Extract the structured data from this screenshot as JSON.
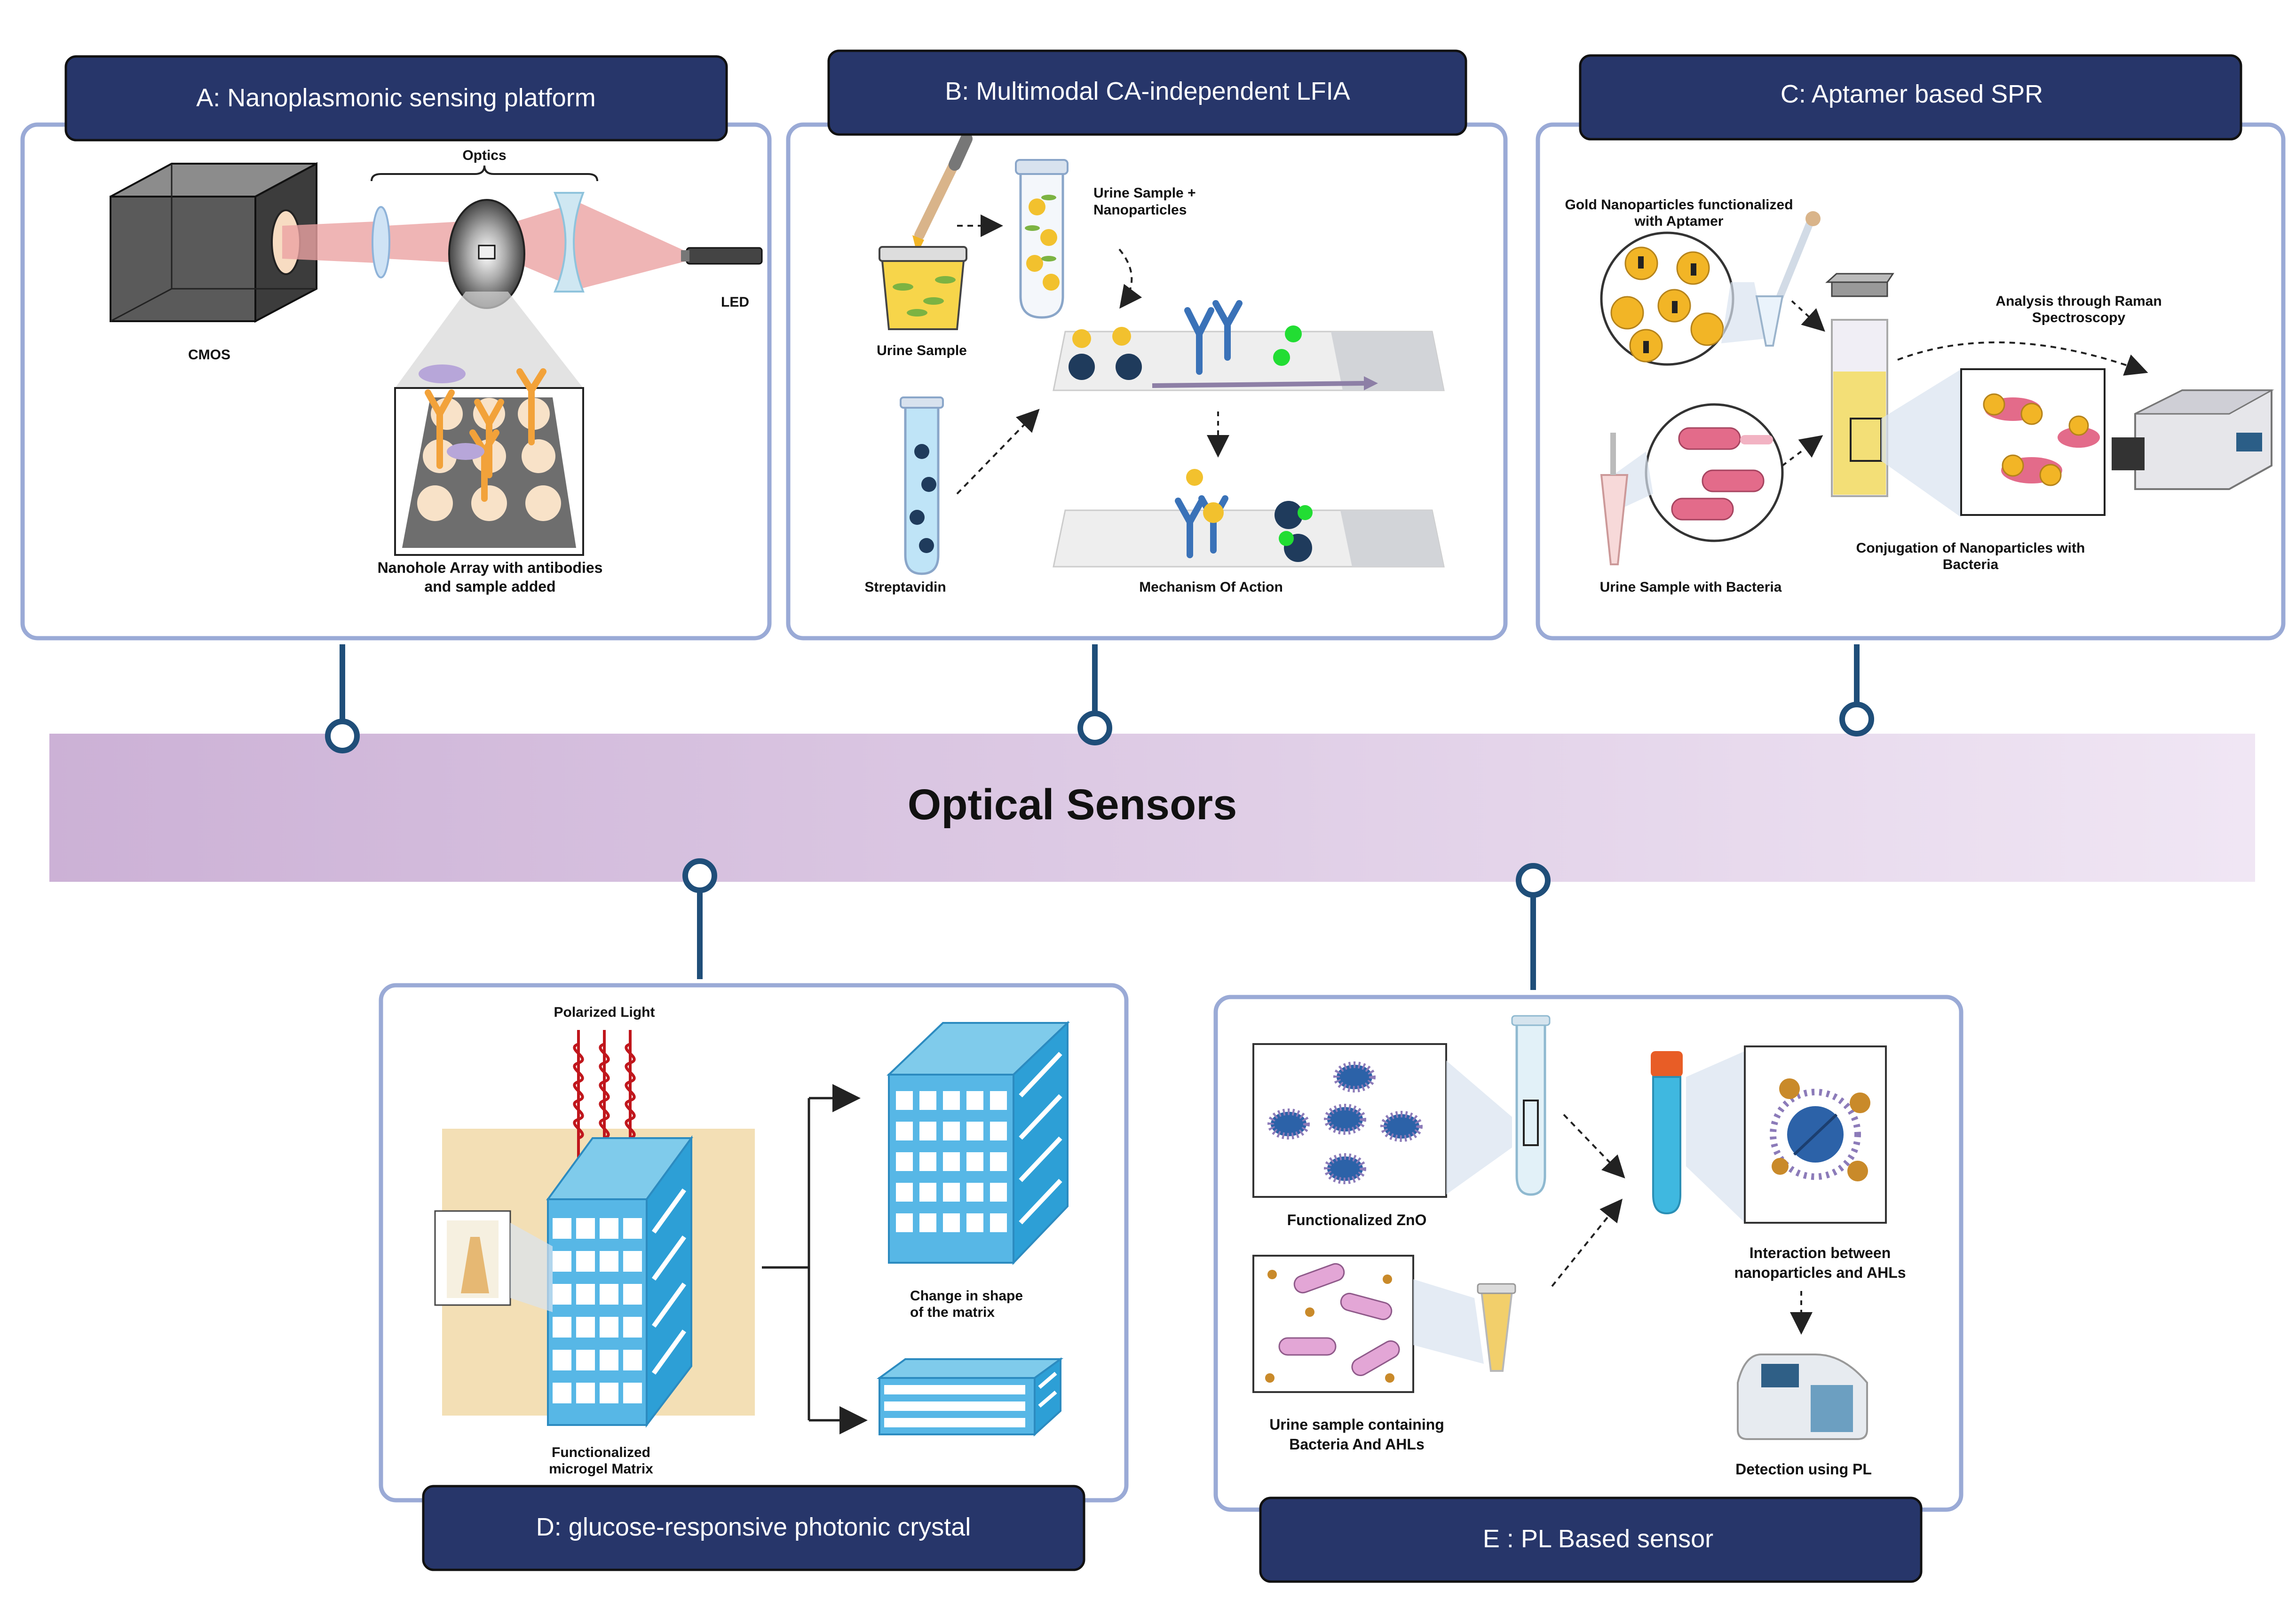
{
  "center": {
    "title": "Optical Sensors"
  },
  "panels": {
    "a": {
      "title": "A: Nanoplasmonic sensing platform",
      "labels": {
        "optics": "Optics",
        "cmos": "CMOS",
        "led": "LED",
        "array_line1": "Nanohole Array with antibodies",
        "array_line2": "and sample added"
      }
    },
    "b": {
      "title": "B: Multimodal CA-independent LFIA",
      "labels": {
        "urine_np_line1": "Urine Sample +",
        "urine_np_line2": "Nanoparticles",
        "urine_sample": "Urine Sample",
        "streptavidin": "Streptavidin",
        "mechanism": "Mechanism Of Action"
      }
    },
    "c": {
      "title": "C: Aptamer based SPR",
      "labels": {
        "gold_line1": "Gold Nanoparticles functionalized",
        "gold_line2": "with Aptamer",
        "raman_line1": "Analysis through Raman",
        "raman_line2": "Spectroscopy",
        "conj_line1": "Conjugation of Nanoparticles with",
        "conj_line2": "Bacteria",
        "urine_bacteria": "Urine Sample with Bacteria"
      }
    },
    "d": {
      "title": "D: glucose-responsive photonic crystal",
      "labels": {
        "polarized": "Polarized Light",
        "change_line1": "Change in shape",
        "change_line2": "of the matrix",
        "matrix_line1": "Functionalized",
        "matrix_line2": "microgel Matrix"
      }
    },
    "e": {
      "title": "E : PL Based sensor",
      "labels": {
        "zno": "Functionalized ZnO",
        "urine_line1": "Urine sample containing",
        "urine_line2": "Bacteria And AHLs",
        "interaction_line1": "Interaction between",
        "interaction_line2": "nanoparticles and AHLs",
        "detection": "Detection using PL"
      }
    }
  },
  "colors": {
    "title_box": "#27366a",
    "panel_border": "#9aaad6",
    "connector": "#1f4e79",
    "band_left": "#cdb3d6",
    "band_right": "#efe4f3"
  }
}
